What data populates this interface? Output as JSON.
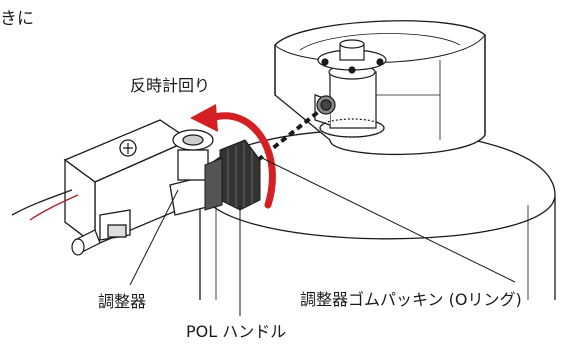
{
  "labels": {
    "top_fragment": "きに",
    "rotation_direction": "反時計回り",
    "regulator": "調整器",
    "pol_handle": "POL ハンドル",
    "rubber_packing": "調整器ゴムパッキン (Oリング)"
  },
  "colors": {
    "arrow": "#d41f25",
    "line": "#1a1a1a",
    "handle": "#333333"
  }
}
